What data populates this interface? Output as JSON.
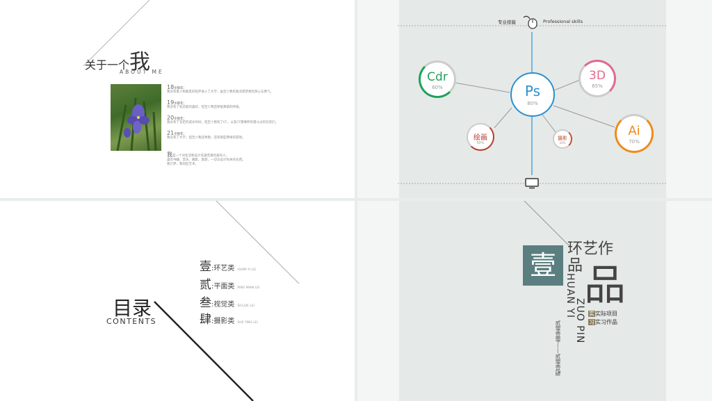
{
  "about": {
    "title_prefix": "关于一个",
    "title_main": "我",
    "subtitle": "ABOUT ME",
    "entries": [
      {
        "age": "18",
        "unit": "岁那年：",
        "text": "我没有家人和朋友的陪伴进入了大学，由至少我有独涉遗梦想的热心与勇气。"
      },
      {
        "age": "19",
        "unit": "岁那年：",
        "text": "我没有了初恋般的喜好，但至少我还保留真挚的呼吸。"
      },
      {
        "age": "20",
        "unit": "岁那年：",
        "text": "我没有了坚定的成长时间，但至少我有了CF，以及CF需要所有雷斗过的兄弟们。"
      },
      {
        "age": "21",
        "unit": "岁那年：",
        "text": "我没有了大学，但至少我还青我，还有那些零样的游戏。"
      }
    ],
    "closing_lead": "我",
    "closing_lines": [
      "是一个对生活和设计充满无限热爱的人。",
      "喜欢书籍、音乐、摄影、旅游，一切与设计有关的东西。",
      "我只梦，我叫区艺术。"
    ]
  },
  "skills": {
    "title_cn": "专业技能",
    "title_en": "Professional skills",
    "items": [
      {
        "name": "Ps",
        "pct": "80%",
        "color": "#2a8fcf"
      },
      {
        "name": "Cdr",
        "pct": "60%",
        "color": "#21a05a"
      },
      {
        "name": "3D",
        "pct": "65%",
        "color": "#e06a8e"
      },
      {
        "name": "Ai",
        "pct": "70%",
        "color": "#f08a1c"
      },
      {
        "name": "绘画",
        "pct": "50%",
        "color": "#b43a2a"
      },
      {
        "name": "摄影",
        "pct": "30%",
        "color": "#c0502e"
      }
    ]
  },
  "contents": {
    "title_cn": "目录",
    "title_en": "CONTENTS",
    "items": [
      {
        "num": "壹",
        "label": "环艺类",
        "pinyin": "HUAN YI LEI"
      },
      {
        "num": "贰",
        "label": "平面类",
        "pinyin": "PING MIAN LEI"
      },
      {
        "num": "叁",
        "label": "视觉类",
        "pinyin": "SHI JUE LEI"
      },
      {
        "num": "肆",
        "label": "摄影类",
        "pinyin": "SHE YING LEI"
      }
    ]
  },
  "section": {
    "badge": "壹",
    "title_cn": "环艺作品",
    "title_big": "品",
    "pinyin_1": "HUAN YI",
    "pinyin_2": "ZUO PIN",
    "list": [
      {
        "mark": "实",
        "text": "实际项目"
      },
      {
        "mark": "习",
        "text": "实习作品"
      }
    ],
    "dates": "贰零壹零——贰零壹肆"
  },
  "colors": {
    "badge_bg": "#5b7f80",
    "panel_bg": "#e5e9e7"
  }
}
